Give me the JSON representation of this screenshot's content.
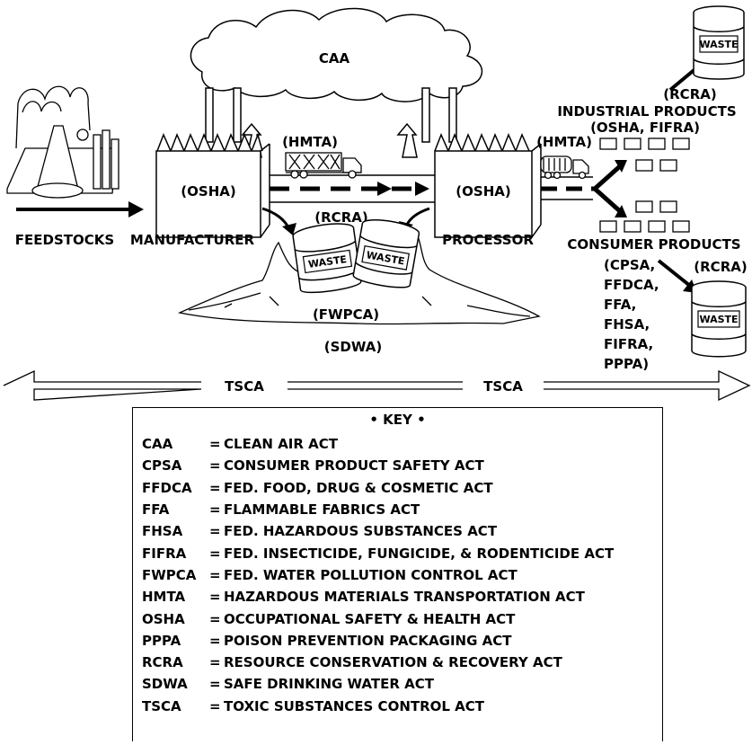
{
  "labels": {
    "caa": "CAA",
    "hmta_left": "(HMTA)",
    "hmta_right": "(HMTA)",
    "osha_manufacturer": "(OSHA)",
    "osha_processor": "(OSHA)",
    "rcra_center": "(RCRA)",
    "rcra_top": "(RCRA)",
    "rcra_right": "(RCRA)",
    "feedstocks": "FEEDSTOCKS",
    "manufacturer": "MANUFACTURER",
    "processor": "PROCESSOR",
    "industrial_products": "INDUSTRIAL PRODUCTS",
    "industrial_products_acts": "(OSHA, FIFRA)",
    "consumer_products": "CONSUMER PRODUCTS",
    "consumer_acts": [
      "(CPSA,",
      "FFDCA,",
      "FFA,",
      "FHSA,",
      "FIFRA,",
      "PPPA)"
    ],
    "fwpca": "(FWPCA)",
    "sdwa": "(SDWA)",
    "tsca_left": "TSCA",
    "tsca_right": "TSCA",
    "waste": "WASTE"
  },
  "key": {
    "title": "• KEY •",
    "entries": [
      {
        "abbr": "CAA",
        "desc": "CLEAN AIR ACT"
      },
      {
        "abbr": "CPSA",
        "desc": "CONSUMER PRODUCT SAFETY ACT"
      },
      {
        "abbr": "FFDCA",
        "desc": "FED. FOOD, DRUG & COSMETIC ACT"
      },
      {
        "abbr": "FFA",
        "desc": "FLAMMABLE FABRICS ACT"
      },
      {
        "abbr": "FHSA",
        "desc": "FED. HAZARDOUS SUBSTANCES ACT"
      },
      {
        "abbr": "FIFRA",
        "desc": "FED. INSECTICIDE, FUNGICIDE, & RODENTICIDE ACT"
      },
      {
        "abbr": "FWPCA",
        "desc": "FED. WATER POLLUTION CONTROL ACT"
      },
      {
        "abbr": "HMTA",
        "desc": "HAZARDOUS MATERIALS TRANSPORTATION ACT"
      },
      {
        "abbr": "OSHA",
        "desc": "OCCUPATIONAL SAFETY & HEALTH ACT"
      },
      {
        "abbr": "PPPA",
        "desc": "POISON PREVENTION PACKAGING ACT"
      },
      {
        "abbr": "RCRA",
        "desc": "RESOURCE CONSERVATION & RECOVERY ACT"
      },
      {
        "abbr": "SDWA",
        "desc": "SAFE DRINKING WATER ACT"
      },
      {
        "abbr": "TSCA",
        "desc": "TOXIC SUBSTANCES CONTROL ACT"
      }
    ]
  }
}
